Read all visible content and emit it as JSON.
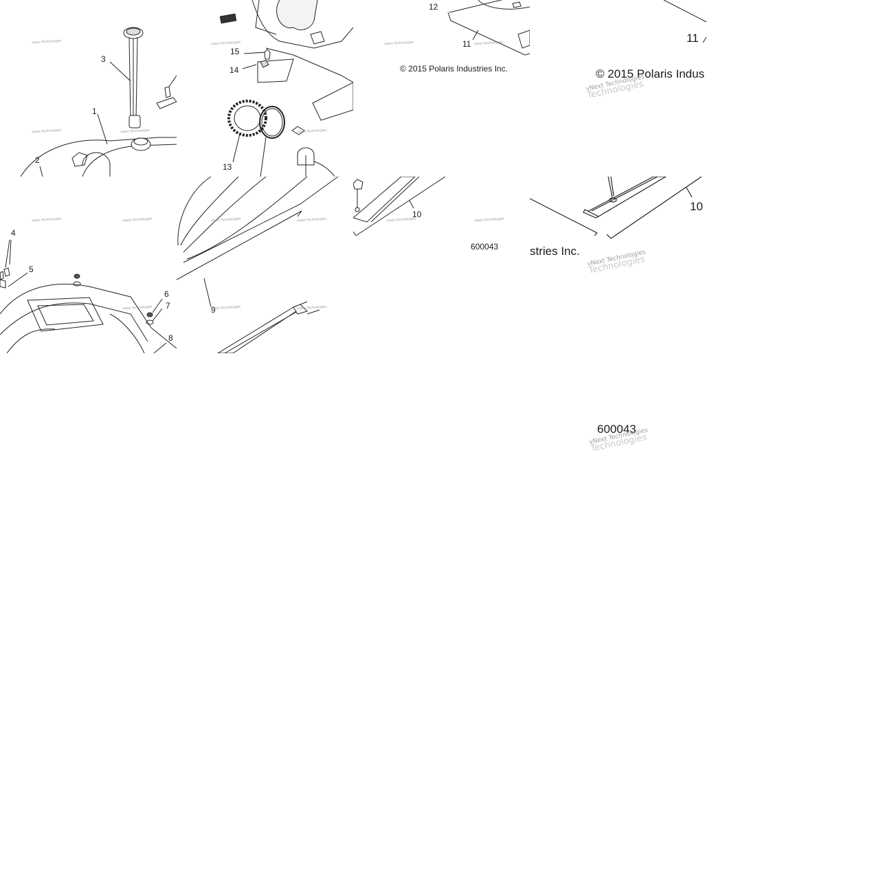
{
  "callouts": {
    "n1": "1",
    "n2": "2",
    "n3": "3",
    "n4": "4",
    "n5": "5",
    "n6": "6",
    "n7": "7",
    "n8": "8",
    "n9": "9",
    "n10": "10",
    "n11": "11",
    "n12": "12",
    "n13": "13",
    "n14": "14",
    "n15": "15"
  },
  "copyright": "© 2015 Polaris Industries Inc.",
  "copyright_zoomed": "© 2015 Polaris Indus",
  "copyright_tail": "stries Inc.",
  "drawing_number": "600043",
  "watermark": {
    "small": "vNext Technologies",
    "line1": "vNext Technologies",
    "line2": "Technologies"
  }
}
